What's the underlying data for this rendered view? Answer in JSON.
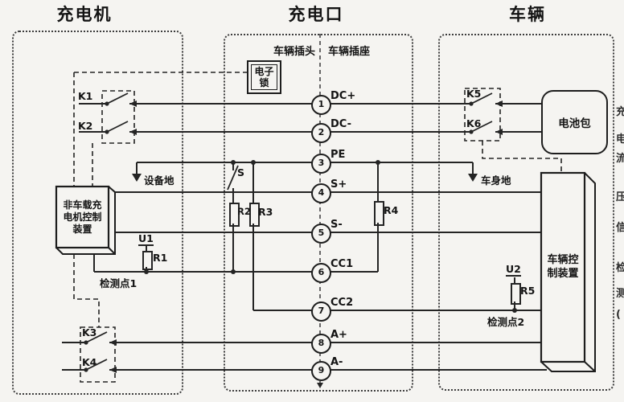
{
  "sections": {
    "charger": {
      "title": "充电机"
    },
    "port": {
      "title": "充电口",
      "plug": "车辆插头",
      "socket": "车辆插座"
    },
    "vehicle": {
      "title": "车辆"
    }
  },
  "devices": {
    "electronic_lock": {
      "line1": "电子",
      "line2": "锁"
    },
    "charger_controller": {
      "line1": "非车载充",
      "line2": "电机控制",
      "line3": "装置"
    },
    "vehicle_controller": {
      "line1": "车辆控",
      "line2": "制装置"
    },
    "battery_pack": {
      "label": "电池包"
    }
  },
  "switches": {
    "k1": "K1",
    "k2": "K2",
    "k3": "K3",
    "k4": "K4",
    "k5": "K5",
    "k6": "K6",
    "s": "S"
  },
  "resistors": {
    "r1": "R1",
    "r2": "R2",
    "r3": "R3",
    "r4": "R4",
    "r5": "R5"
  },
  "sources": {
    "u1": "U1",
    "u2": "U2"
  },
  "grounds": {
    "equipment": "设备地",
    "vehicle_body": "车身地"
  },
  "test_points": {
    "tp1": "检测点1",
    "tp2": "检测点2"
  },
  "pins": [
    {
      "num": "1",
      "label": "DC+"
    },
    {
      "num": "2",
      "label": "DC-"
    },
    {
      "num": "3",
      "label": "PE"
    },
    {
      "num": "4",
      "label": "S+"
    },
    {
      "num": "5",
      "label": "S-"
    },
    {
      "num": "6",
      "label": "CC1"
    },
    {
      "num": "7",
      "label": "CC2"
    },
    {
      "num": "8",
      "label": "A+"
    },
    {
      "num": "9",
      "label": "A-"
    }
  ],
  "edge_fragments": [
    {
      "char": "充"
    },
    {
      "char": "电"
    },
    {
      "char": "流"
    },
    {
      "char": "压"
    },
    {
      "char": "信"
    },
    {
      "char": "检"
    },
    {
      "char": "测"
    },
    {
      "char": "("
    }
  ],
  "colors": {
    "line": "#242424",
    "background": "#f5f4f1",
    "border_dotted": "#3d3d3d"
  }
}
